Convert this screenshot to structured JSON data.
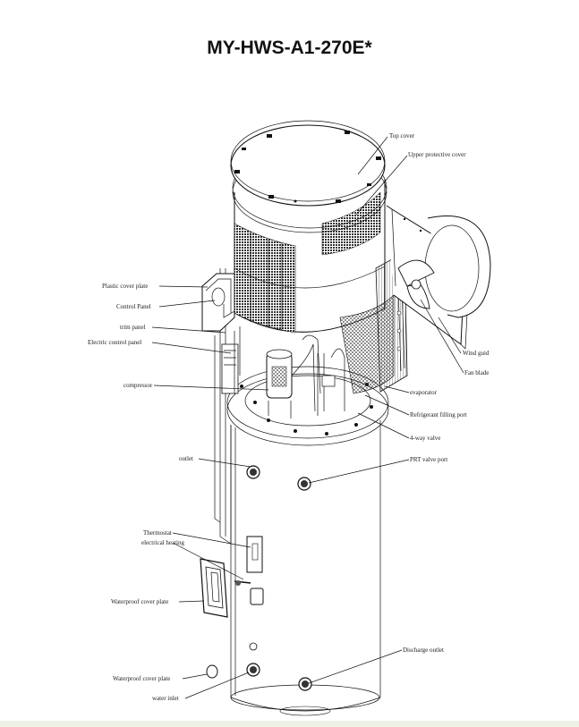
{
  "title": "MY-HWS-A1-270E*",
  "labels": {
    "top_cover": "Top cover",
    "upper_protective_cover": "Upper protective cover",
    "plastic_cover_plate": "Plastic cover plate",
    "control_panel": "Control Panel",
    "trim_panel": "trim panel",
    "electric_control_panel": "Electric control panel",
    "wind_guide": "Wind guid",
    "fan_blade": "Fan blade",
    "compressor": "compressor",
    "evaporator": "evaporator",
    "refrigerant_filling_port": "Refrigerant filling port",
    "four_way_valve": "4-way valve",
    "outlet": "outlet",
    "prt_valve_port": "PRT valve port",
    "thermostat": "Thermostat",
    "electrical_heating": "electrical heating",
    "waterproof_cover_plate_1": "Waterproof cover plate",
    "discharge_outlet": "Discharge outlet",
    "waterproof_cover_plate_2": "Waterproof cover plate",
    "water_inlet": "water inlet"
  },
  "colors": {
    "line": "#111111",
    "band": "#eef2e4"
  }
}
